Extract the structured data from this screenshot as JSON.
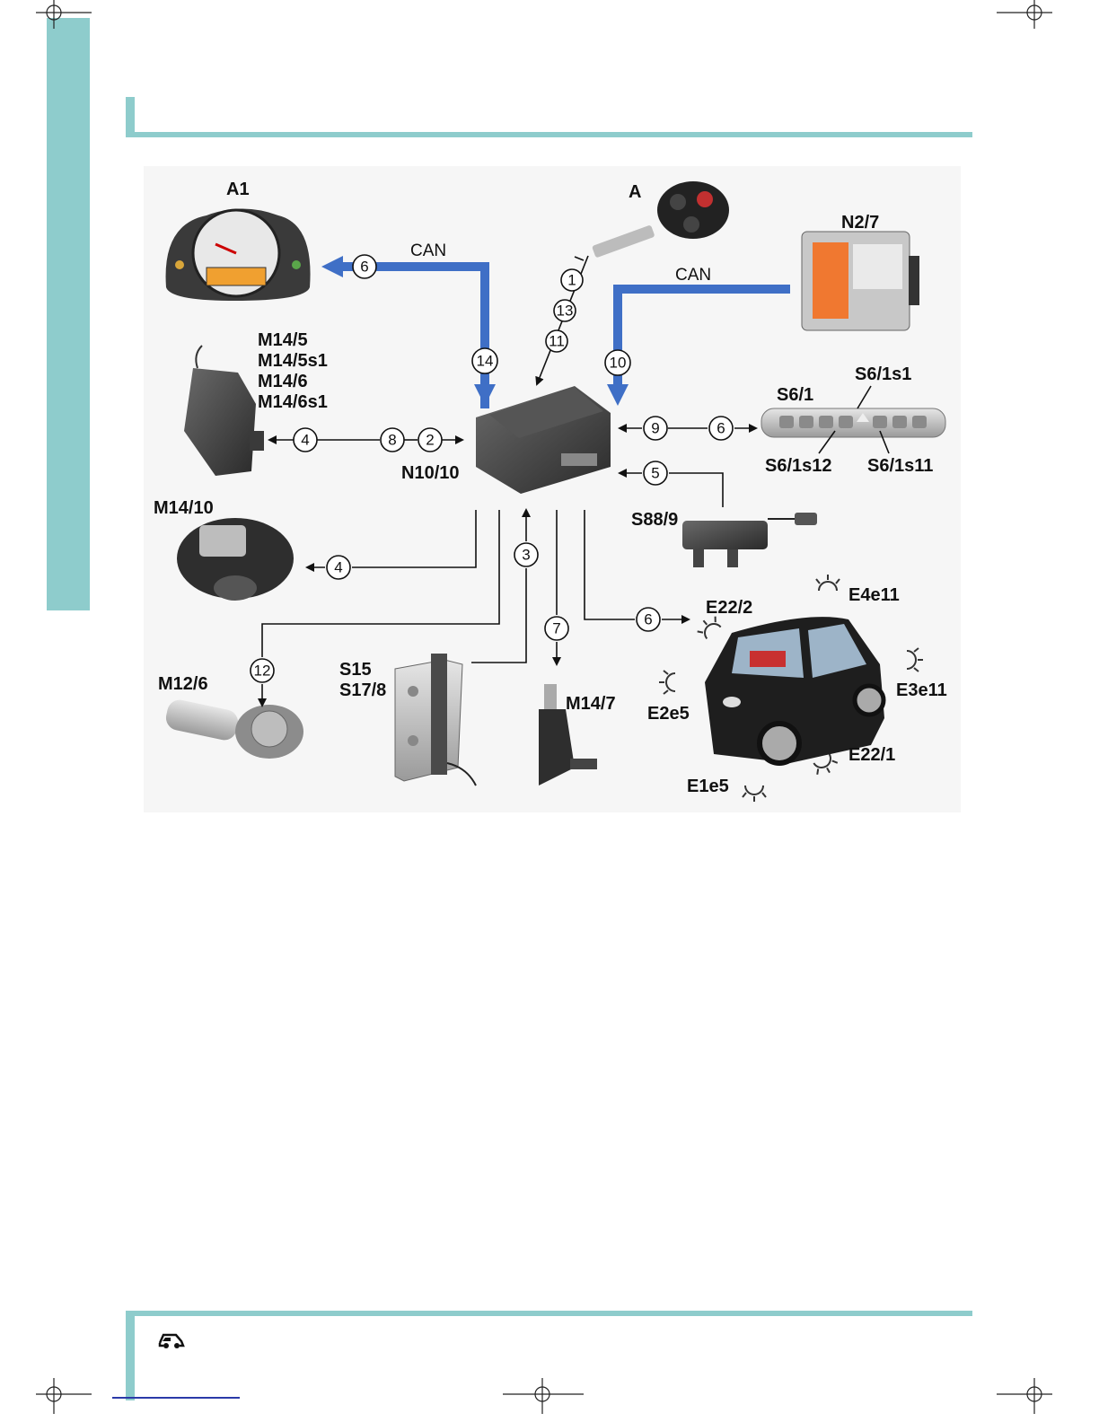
{
  "labels": {
    "a1": "A1",
    "a": "A",
    "n2_7": "N2/7",
    "m14_5": "M14/5",
    "m14_5s1": "M14/5s1",
    "m14_6": "M14/6",
    "m14_6s1": "M14/6s1",
    "n10_10": "N10/10",
    "s6_1": "S6/1",
    "s6_1s1": "S6/1s1",
    "s6_1s12": "S6/1s12",
    "s6_1s11": "S6/1s11",
    "m14_10": "M14/10",
    "s88_9": "S88/9",
    "e22_2": "E22/2",
    "e4e11": "E4e11",
    "e3e11": "E3e11",
    "e2e5": "E2e5",
    "e22_1": "E22/1",
    "e1e5": "E1e5",
    "m12_6": "M12/6",
    "s15": "S15",
    "s17_8": "S17/8",
    "m14_7": "M14/7",
    "can_left": "CAN",
    "can_right": "CAN"
  },
  "callouts": {
    "c1": "1",
    "c2": "2",
    "c3": "3",
    "c4a": "4",
    "c4b": "4",
    "c5": "5",
    "c6a": "6",
    "c6b": "6",
    "c6c": "6",
    "c7": "7",
    "c8": "8",
    "c9": "9",
    "c10": "10",
    "c11": "11",
    "c12": "12",
    "c13": "13",
    "c14": "14"
  },
  "colors": {
    "accent_teal": "#8ecccc",
    "can_blue": "#3f6fc6",
    "label_blue": "#2b3aa8"
  },
  "icons": {
    "footer": "car-service-icon"
  }
}
